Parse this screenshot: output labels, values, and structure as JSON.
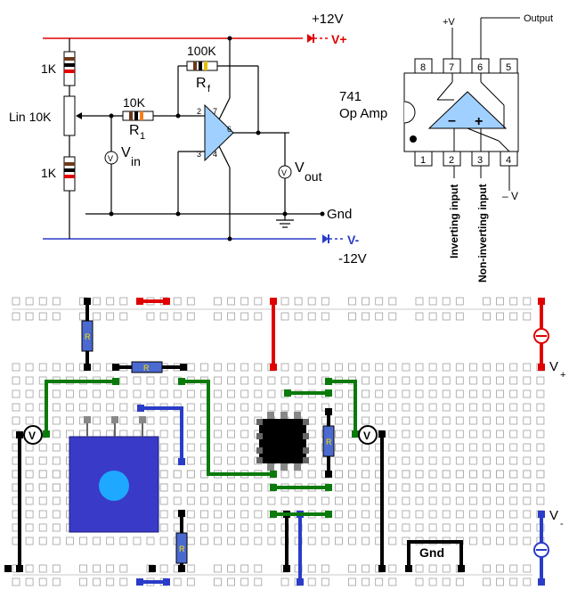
{
  "schematic": {
    "supply_pos_top": "+12V",
    "supply_pos_tag": "V+",
    "supply_neg_tag": "V-",
    "supply_neg_bottom": "-12V",
    "r_top": "1K",
    "pot": "Lin 10K",
    "r_bottom": "1K",
    "r1_value": "10K",
    "r1_name": "R",
    "r1_sub": "1",
    "rf_value": "100K",
    "rf_name": "R",
    "rf_sub": "f",
    "vin_name": "V",
    "vin_sub": "in",
    "vout_name": "V",
    "vout_sub": "out",
    "gnd": "Gnd",
    "pin2": "2",
    "pin3": "3",
    "pin4": "4",
    "pin6": "6",
    "pin7": "7",
    "meter": "V"
  },
  "chip": {
    "title": "741",
    "subtitle": "Op Amp",
    "plus_v": "+V",
    "output": "Output",
    "minus_v": "– V",
    "inverting": "Inverting input",
    "non_inverting": "Non-inverting input",
    "pins_top": [
      "8",
      "7",
      "6",
      "5"
    ],
    "pins_bottom": [
      "1",
      "2",
      "3",
      "4"
    ],
    "minus_sign": "–",
    "plus_sign": "+"
  },
  "breadboard": {
    "v_plus_name": "V",
    "v_plus_sub": "+",
    "v_minus_name": "V",
    "v_minus_sub": "-",
    "gnd": "Gnd",
    "resistor_mark": "R",
    "meter": "V"
  },
  "colors": {
    "pos_rail": "#e00000",
    "neg_rail": "#2a3cc8",
    "wire_green": "#0a7a0a",
    "wire_black": "#000000",
    "pot_body": "#3a3ac8",
    "knob": "#1fa8ff"
  }
}
